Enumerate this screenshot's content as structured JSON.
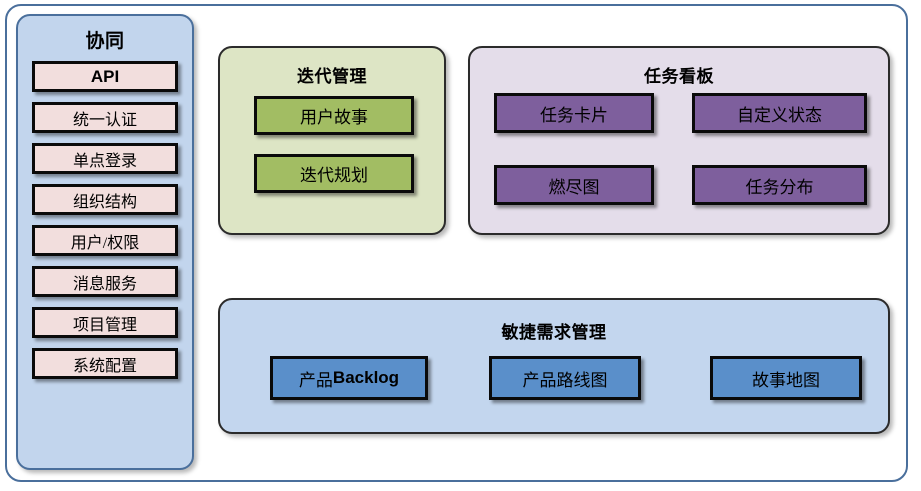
{
  "sidebar": {
    "title": "协同",
    "items": [
      {
        "label": "API",
        "style": "bold"
      },
      {
        "label": "统一认证",
        "style": "serif"
      },
      {
        "label": "单点登录",
        "style": "serif"
      },
      {
        "label": "组织结构",
        "style": "serif"
      },
      {
        "label": "用户/权限",
        "style": "serif"
      },
      {
        "label": "消息服务",
        "style": "serif"
      },
      {
        "label": "项目管理",
        "style": "serif"
      },
      {
        "label": "系统配置",
        "style": "serif"
      }
    ],
    "colors": {
      "panel_background": "#c2d5ed",
      "panel_border": "#4a6f9c",
      "item_background": "#f2dedd",
      "item_border": "#0a0a0a"
    }
  },
  "iteration": {
    "title": "迭代管理",
    "items": [
      {
        "label": "用户故事"
      },
      {
        "label": "迭代规划"
      }
    ],
    "colors": {
      "panel_background": "#dde5c5",
      "panel_border": "#2b2b2b",
      "item_background": "#a2bd63"
    }
  },
  "taskboard": {
    "title": "任务看板",
    "items": [
      {
        "label": "任务卡片"
      },
      {
        "label": "自定义状态"
      },
      {
        "label": "燃尽图"
      },
      {
        "label": "任务分布"
      }
    ],
    "colors": {
      "panel_background": "#e4ddea",
      "panel_border": "#2b2b2b",
      "item_background": "#7e5f9d"
    }
  },
  "agile": {
    "title": "敏捷需求管理",
    "items": [
      {
        "label_cjk": "产品",
        "label_latin": "Backlog",
        "label": "产品Backlog"
      },
      {
        "label": "产品路线图"
      },
      {
        "label": "故事地图"
      }
    ],
    "colors": {
      "panel_background": "#c3d6ee",
      "panel_border": "#2b2b2b",
      "item_background": "#5a8fca"
    }
  },
  "frame": {
    "border_color": "#4a6f9c",
    "background": "#ffffff"
  }
}
